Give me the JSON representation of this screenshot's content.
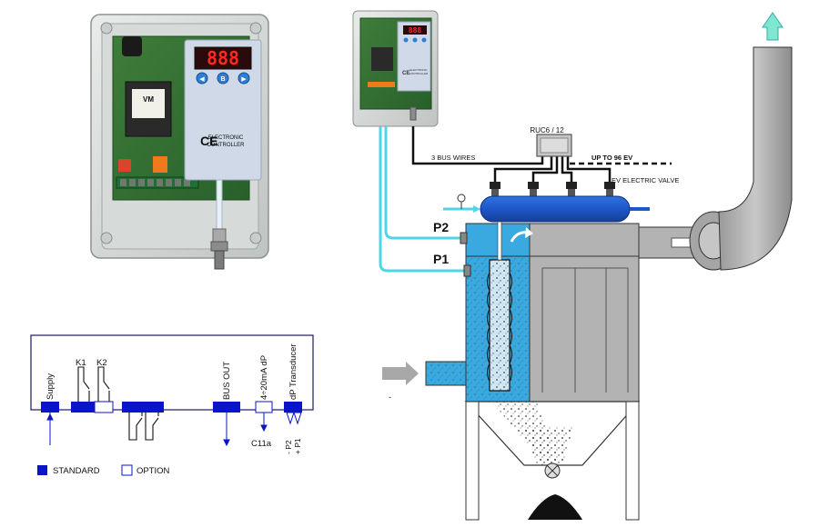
{
  "controller_box": {
    "display": "888",
    "button_left": "◀",
    "button_center": "B",
    "button_right": "▶",
    "brand_lines": [
      "ELECTRONIC",
      "CONTROLLER"
    ],
    "ce_mark": "CE",
    "transformer_logo": "VM"
  },
  "small_controller": {
    "display": "888",
    "ce_mark": "CE",
    "brand_lines": [
      "ELECTRONIC",
      "CONTROLLER"
    ]
  },
  "filter_diagram": {
    "module_label": "RUC6 / 12",
    "bus_wires": "3 BUS WIRES",
    "upto_ev": "UP TO 96 EV",
    "ev_valve": "EV ELECTRIC VALVE",
    "p2": "P2",
    "p1": "P1",
    "dash_note": "-"
  },
  "wiring": {
    "supply": "Supply",
    "k1": "K1",
    "k2": "K2",
    "bus_out": "BUS OUT",
    "analog": "4÷20mA dP",
    "transducer": "dP Transducer",
    "c11a": "C11a",
    "p2_minus": "- P2",
    "p1_plus": "+ P1"
  },
  "legend": {
    "standard": "STANDARD",
    "option": "OPTION"
  },
  "colors": {
    "terminal_blue": "#0a14c8",
    "duct_blue": "#3aa9e0",
    "tank_blue": "#1d57c8",
    "air_line": "#4fd6e6",
    "housing_gray": "#b3b3b3",
    "exhaust_arrow": "#7fe6d2"
  }
}
